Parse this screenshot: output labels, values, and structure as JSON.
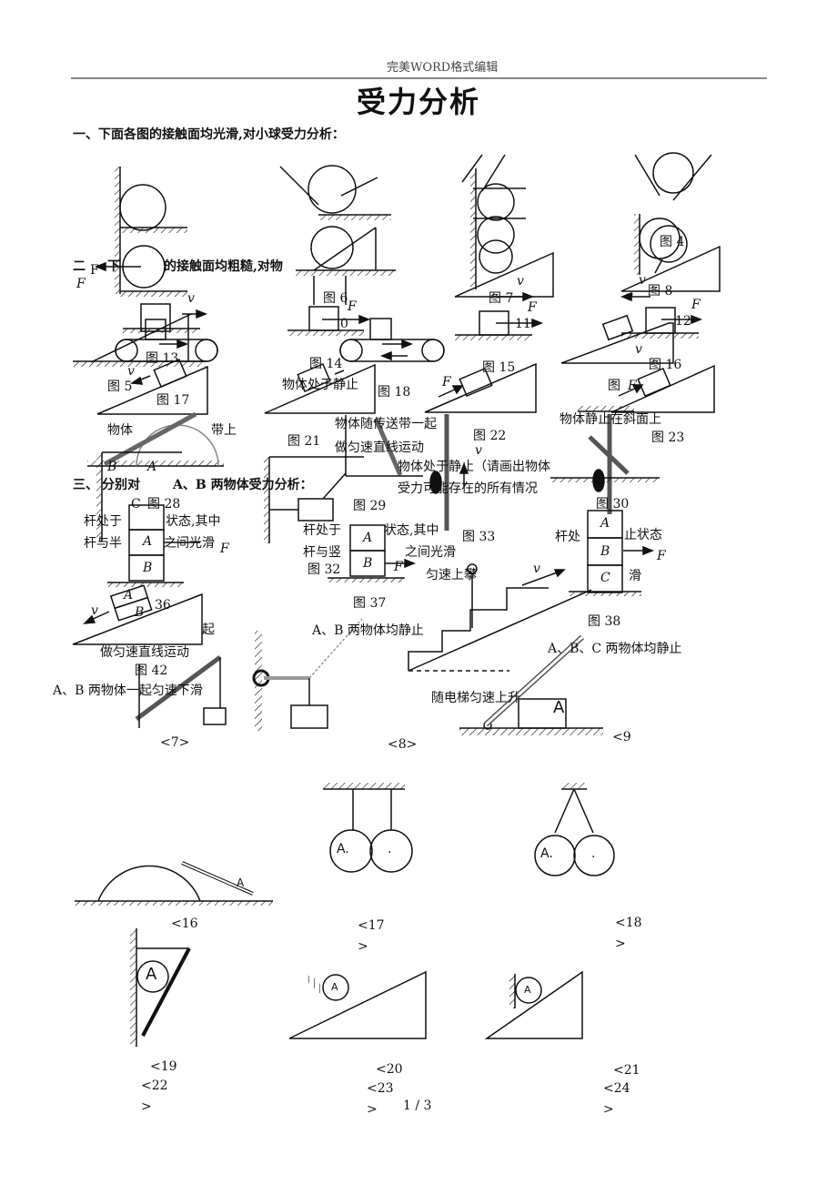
{
  "header": {
    "text": "完美WORD格式编辑"
  },
  "title": "受力分析",
  "sections": {
    "s1": "一、下面各图的接触面均光滑,对小球受力分析：",
    "s2a": "二",
    "s2f": "F",
    "s2b": "下",
    "s2c": "的接触面均粗糙,对物",
    "s3a": "三、",
    "s3b": "分别对",
    "s3c": "A、B 两物体受力分析："
  },
  "figure_labels": [
    "图 4",
    "图 6",
    "图 7",
    "图 8",
    "0",
    "11",
    "12",
    "图 13",
    "图 14",
    "图 15",
    "图 16",
    "图 5",
    "图 17",
    "图 18",
    "图",
    "图 21",
    "图 22",
    "图 23",
    "图 28",
    "图 29",
    "图 30",
    "图 32",
    "图 33",
    "图 37",
    "图 38",
    "图 42",
    "36",
    "C"
  ],
  "captions": [
    "物体处于静止",
    "物体",
    "带上",
    "物体随传送带一起",
    "做匀速直线运动",
    "物体静止在斜面上",
    "物体处于静止（请画出物体",
    "受力可能存在的所有情况",
    "杆处于",
    "状态,其中",
    "杆与半",
    "之间光滑",
    "杆处于",
    "状态,其中",
    "杆与竖",
    "之间光滑",
    "杆处",
    "止状态",
    "滑",
    "匀速上攀",
    "起",
    "做匀速直线运动",
    "A、B 两物体均静止",
    "A、B、C 两物体均静止",
    "A、B 两物体一起匀速下滑",
    "随电梯匀速上升"
  ],
  "symbols": [
    "v",
    "F",
    "v",
    "v",
    "F",
    "F",
    "F",
    "v",
    "v",
    "F",
    "F",
    "F",
    "v",
    "A",
    "B",
    "A",
    "B",
    "A",
    "B",
    "v",
    "A",
    "B",
    "C",
    "F",
    "F",
    "v",
    "A",
    "A",
    "A.",
    ".",
    "A.",
    ".",
    "A",
    "A",
    "A",
    "A",
    "B",
    "v"
  ],
  "problem_numbers": [
    "<7>",
    "<8>",
    "<9",
    "<16",
    "<17",
    ">",
    "<18",
    ">",
    "<19",
    "<20",
    "<21",
    "<22",
    ">",
    "<23",
    ">",
    "<24",
    ">"
  ],
  "footer": {
    "page": "1 / 3"
  }
}
